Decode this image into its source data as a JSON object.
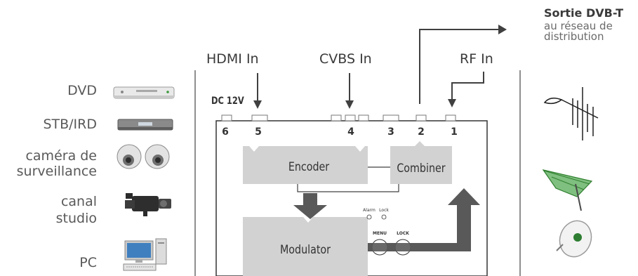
{
  "sources": {
    "dvd": "DVD",
    "stb": "STB/IRD",
    "camera_line1": "caméra de",
    "camera_line2": "surveillance",
    "studio_line1": "canal",
    "studio_line2": "studio",
    "pc": "PC"
  },
  "inputs": {
    "hdmi": "HDMI In",
    "cvbs": "CVBS In",
    "rf": "RF In",
    "dc": "DC 12V"
  },
  "output": {
    "title": "Sortie DVB-T",
    "subtitle_line1": "au réseau de",
    "subtitle_line2": "distribution"
  },
  "ports": [
    "6",
    "5",
    "4",
    "3",
    "2",
    "1"
  ],
  "blocks": {
    "encoder": "Encoder",
    "combiner": "Combiner",
    "modulator": "Modulator"
  },
  "indicators": {
    "alarm": "Alarm",
    "lock_led": "Lock",
    "menu": "MENU",
    "lock_button": "LOCK"
  },
  "colors": {
    "block": "#d2d2d2",
    "arrow": "#595959",
    "line": "#404040",
    "text": "#595959"
  }
}
